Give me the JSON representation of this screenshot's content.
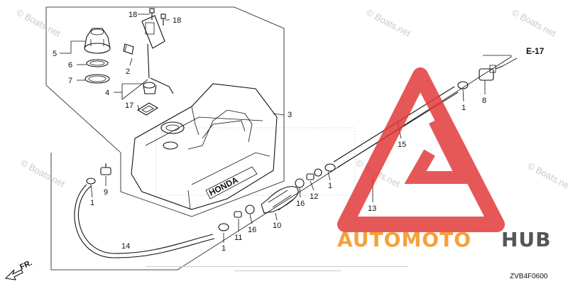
{
  "diagram": {
    "parts": [
      {
        "no": "1"
      },
      {
        "no": "2"
      },
      {
        "no": "3"
      },
      {
        "no": "4"
      },
      {
        "no": "5"
      },
      {
        "no": "6"
      },
      {
        "no": "7"
      },
      {
        "no": "8"
      },
      {
        "no": "9"
      },
      {
        "no": "10"
      },
      {
        "no": "11"
      },
      {
        "no": "12"
      },
      {
        "no": "13"
      },
      {
        "no": "14"
      },
      {
        "no": "15"
      },
      {
        "no": "16"
      },
      {
        "no": "17"
      },
      {
        "no": "18"
      }
    ],
    "tank_brand": "HONDA",
    "reference": "E-17",
    "front_marker": "FR.",
    "diagram_code": "ZVB4F0600"
  },
  "watermarks": {
    "site": "© Boats.net",
    "logo_part1": "AUTOMOTO",
    "logo_part2": "HUB",
    "colors": {
      "orange": "#f4a13a",
      "gray": "#555555",
      "red": "#e23a3a"
    }
  }
}
